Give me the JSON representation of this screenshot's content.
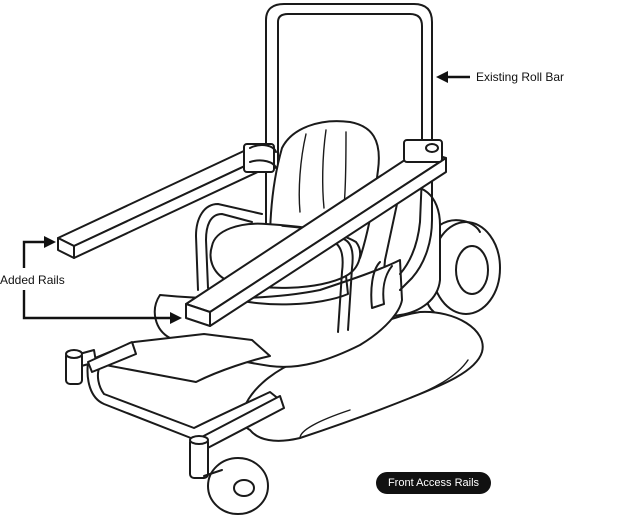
{
  "labels": {
    "roll_bar": "Existing Roll Bar",
    "added_rails": "Added Rails",
    "badge": "Front Access Rails"
  },
  "colors": {
    "line": "#1a1a1a",
    "badge_bg": "#111111",
    "badge_text": "#ffffff"
  }
}
